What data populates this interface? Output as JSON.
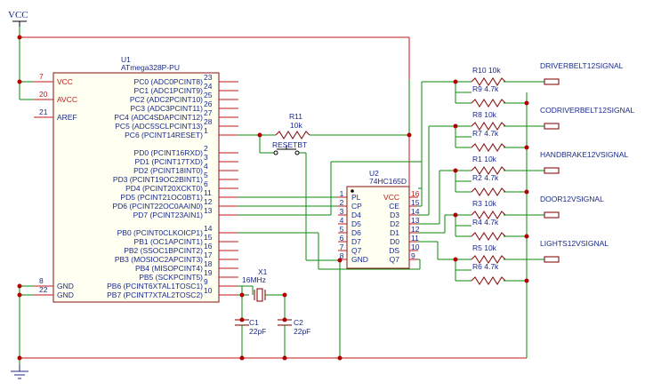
{
  "power": {
    "vcc_label": "VCC"
  },
  "u1": {
    "ref": "U1",
    "value": "ATmega328P-PU",
    "left_pins": [
      {
        "num": "7",
        "name": "VCC",
        "power": true
      },
      {
        "num": "20",
        "name": "AVCC",
        "power": true
      },
      {
        "num": "21",
        "name": "AREF",
        "power": false
      },
      {
        "num": "8",
        "name": "GND",
        "power": false
      },
      {
        "num": "22",
        "name": "GND",
        "power": false
      }
    ],
    "right_pins": [
      {
        "num": "23",
        "name": "PC0 (ADC0PCINT8)"
      },
      {
        "num": "24",
        "name": "PC1 (ADC1PCINT9)"
      },
      {
        "num": "25",
        "name": "PC2 (ADC2PCINT10)"
      },
      {
        "num": "26",
        "name": "PC3 (ADC3PCINT11)"
      },
      {
        "num": "27",
        "name": "PC4 (ADC4SDAPCINT12)"
      },
      {
        "num": "28",
        "name": "PC5 (ADC5SCLPCINT13)"
      },
      {
        "num": "1",
        "name": "PC6 (PCINT14RESET)"
      },
      {
        "num": "2",
        "name": "PD0 (PCINT16RXD)"
      },
      {
        "num": "3",
        "name": "PD1 (PCINT17TXD)"
      },
      {
        "num": "4",
        "name": "PD2 (PCINT18INT0)"
      },
      {
        "num": "5",
        "name": "PD3 (PCINT19OC2BINT1)"
      },
      {
        "num": "6",
        "name": "PD4 (PCINT20XCKT0)"
      },
      {
        "num": "11",
        "name": "PD5 (PCINT21OC0BT1)"
      },
      {
        "num": "12",
        "name": "PD6 (PCINT22OC0AAIN0)"
      },
      {
        "num": "13",
        "name": "PD7 (PCINT23AIN1)"
      },
      {
        "num": "14",
        "name": "PB0 (PCINT0CLKOICP1)"
      },
      {
        "num": "15",
        "name": "PB1 (OC1APCINT1)"
      },
      {
        "num": "16",
        "name": "PB2 (SSOC1BPCINT2)"
      },
      {
        "num": "17",
        "name": "PB3 (MOSIOC2APCINT3)"
      },
      {
        "num": "18",
        "name": "PB4 (MISOPCINT4)"
      },
      {
        "num": "19",
        "name": "PB5 (SCKPCINT5)"
      },
      {
        "num": "9",
        "name": "PB6 (PCINT6XTAL1TOSC1)"
      },
      {
        "num": "10",
        "name": "PB7 (PCINT7XTAL2TOSC2)"
      }
    ]
  },
  "u2": {
    "ref": "U2",
    "value": "74HC165D",
    "left_pins": [
      {
        "num": "1",
        "name": "PL"
      },
      {
        "num": "2",
        "name": "CP"
      },
      {
        "num": "3",
        "name": "D4"
      },
      {
        "num": "4",
        "name": "D5"
      },
      {
        "num": "5",
        "name": "D6"
      },
      {
        "num": "6",
        "name": "D7"
      },
      {
        "num": "7",
        "name": "Q7"
      },
      {
        "num": "8",
        "name": "GND"
      }
    ],
    "right_pins": [
      {
        "num": "16",
        "name": "VCC",
        "power": true
      },
      {
        "num": "15",
        "name": "CE"
      },
      {
        "num": "14",
        "name": "D3"
      },
      {
        "num": "13",
        "name": "D2"
      },
      {
        "num": "12",
        "name": "D1"
      },
      {
        "num": "11",
        "name": "D0"
      },
      {
        "num": "10",
        "name": "DS"
      },
      {
        "num": "9",
        "name": "Q7"
      }
    ]
  },
  "r11": {
    "ref": "R11",
    "value": "10k"
  },
  "reset_button": {
    "label": "RESETBT"
  },
  "crystal": {
    "ref": "X1",
    "value": "16MHz"
  },
  "c1": {
    "ref": "C1",
    "value": "22pF"
  },
  "c2": {
    "ref": "C2",
    "value": "22pF"
  },
  "channels": [
    {
      "r_pull_ref": "R10",
      "r_pull_val": "10k",
      "r_div_ref": "R9",
      "r_div_val": "4.7k",
      "signal": "DRIVERBELT12SIGNAL"
    },
    {
      "r_pull_ref": "R8",
      "r_pull_val": "10k",
      "r_div_ref": "R7",
      "r_div_val": "4.7k",
      "signal": "CODRIVERBELT12SIGNAL"
    },
    {
      "r_pull_ref": "R1",
      "r_pull_val": "10k",
      "r_div_ref": "R2",
      "r_div_val": "4.7k",
      "signal": "HANDBRAKE12VSIGNAL"
    },
    {
      "r_pull_ref": "R3",
      "r_pull_val": "10k",
      "r_div_ref": "R4",
      "r_div_val": "4.7k",
      "signal": "DOOR12VSIGNAL"
    },
    {
      "r_pull_ref": "R5",
      "r_pull_val": "10k",
      "r_div_ref": "R6",
      "r_div_val": "4.7k",
      "signal": "LIGHTS12VSIGNAL"
    }
  ]
}
